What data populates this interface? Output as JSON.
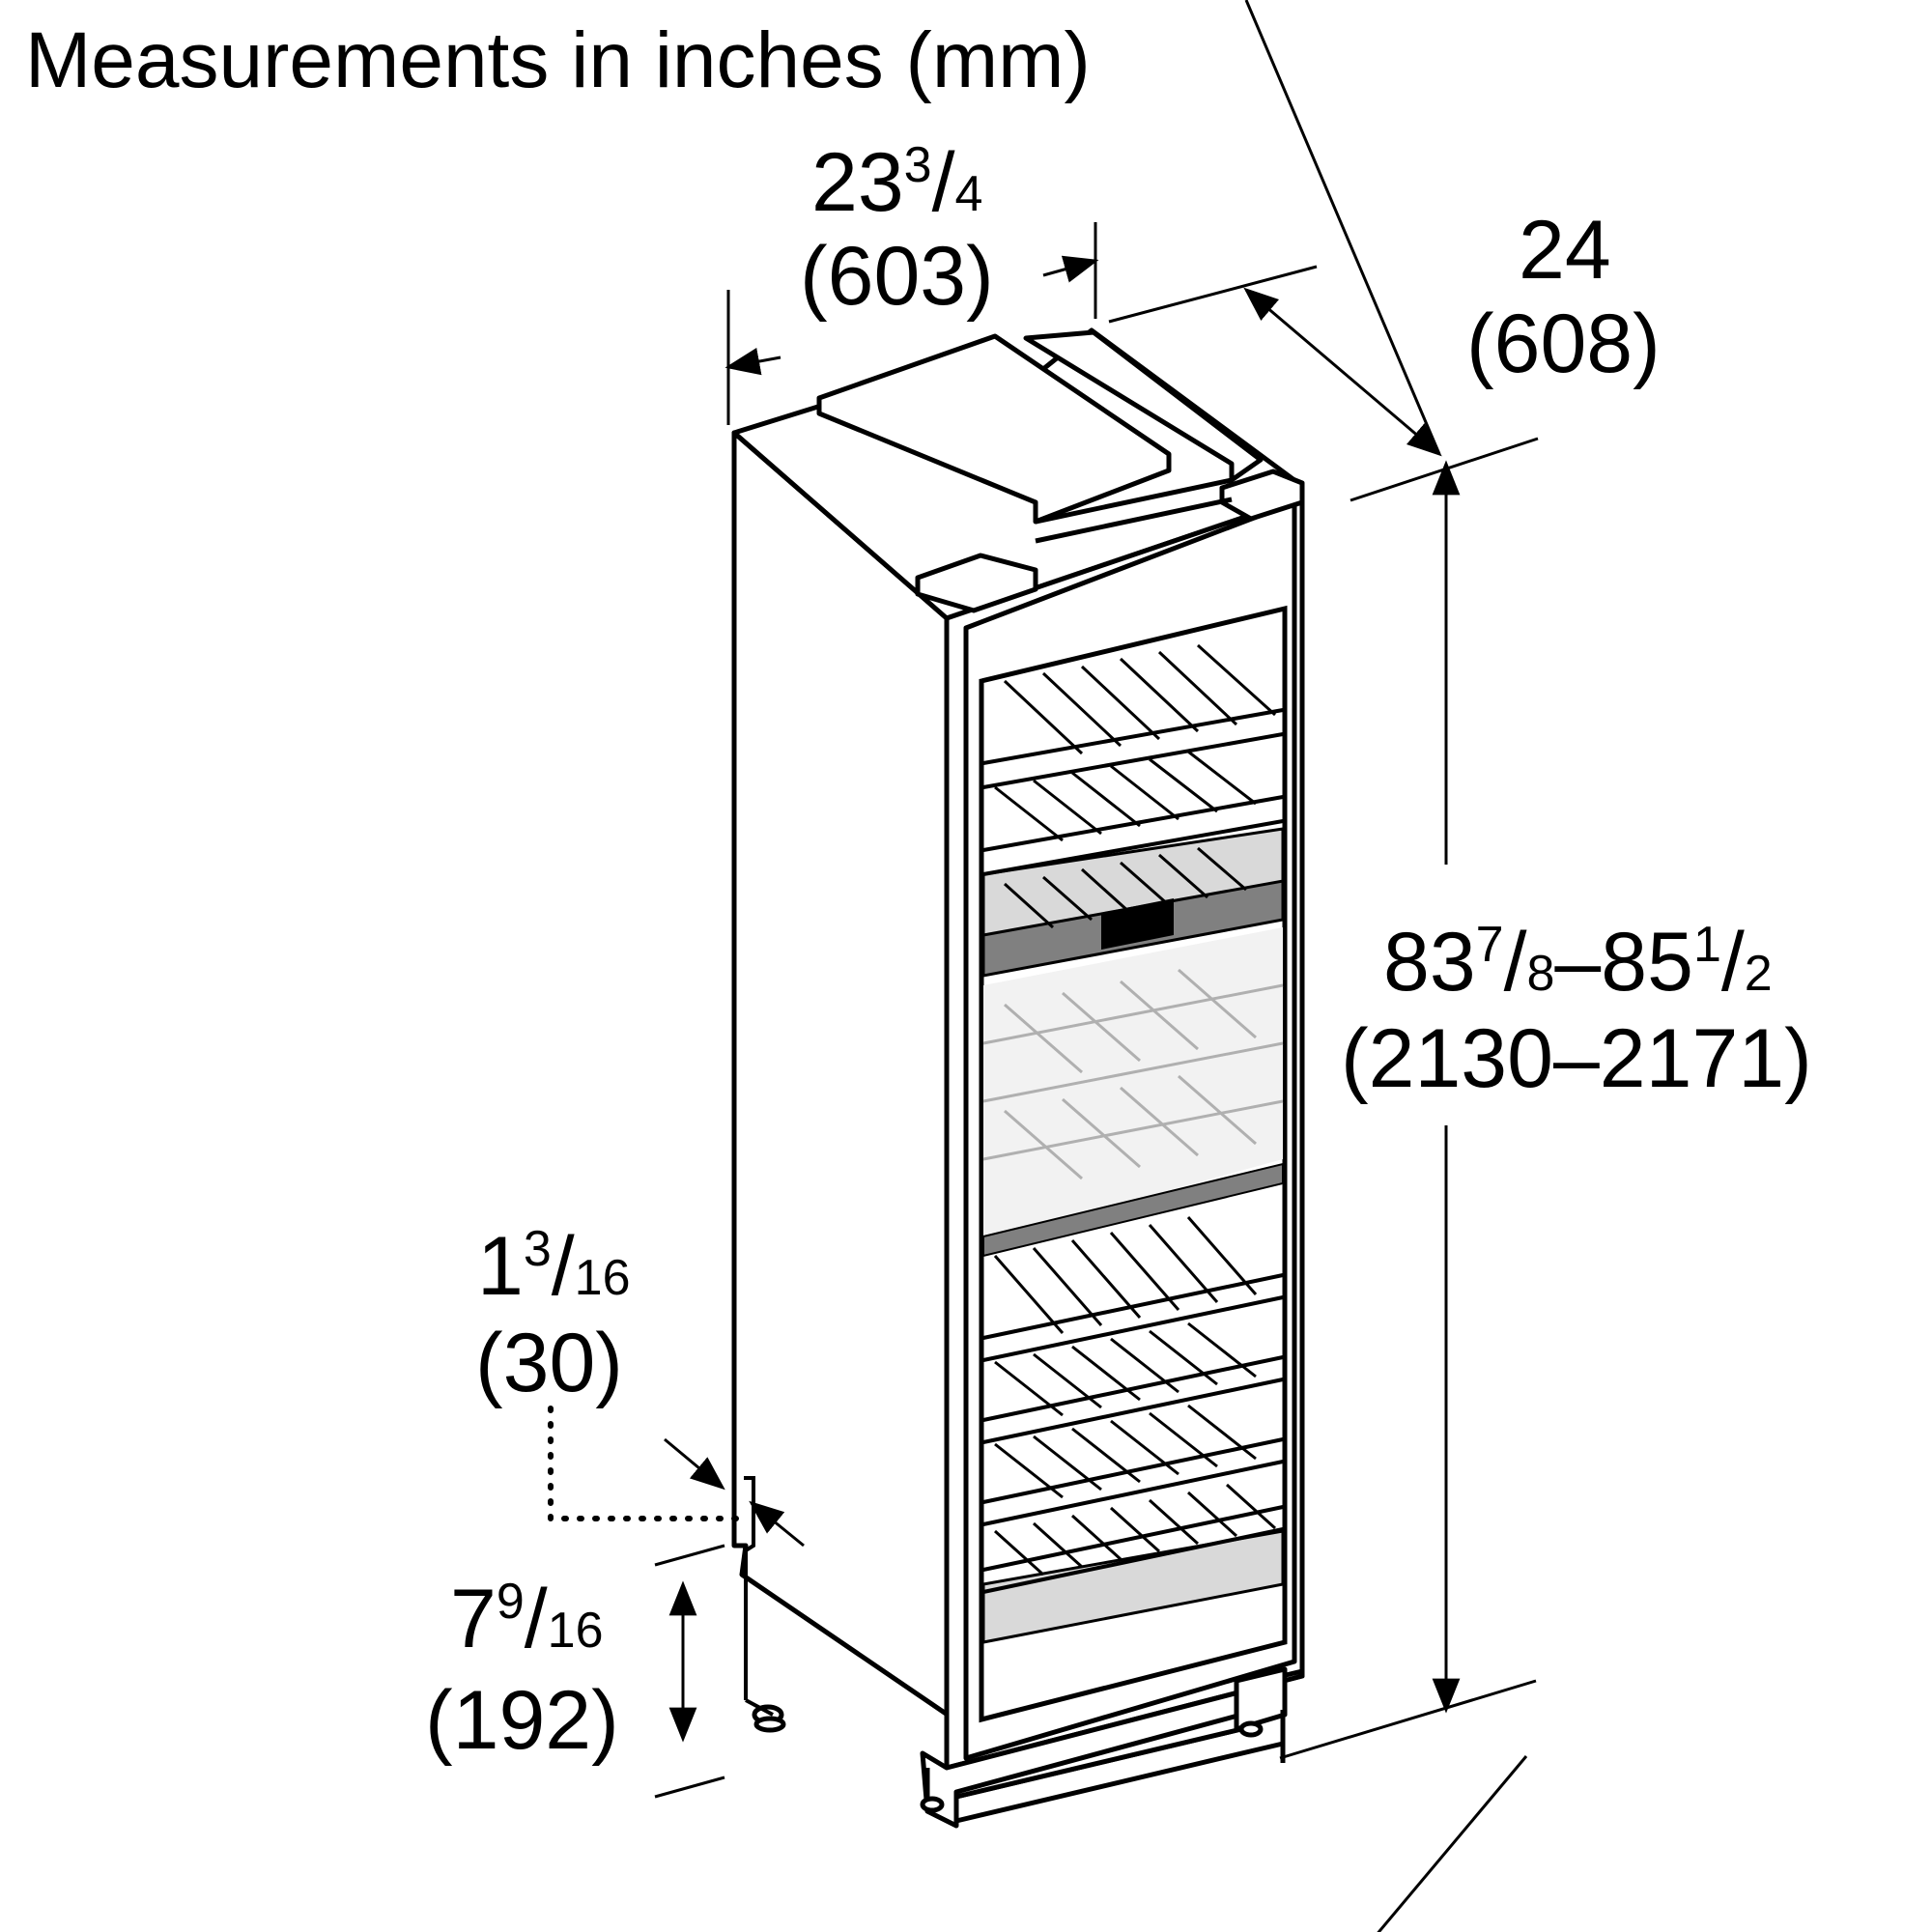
{
  "title": "Measurements in inches (mm)",
  "dimensions": {
    "width": {
      "inches_whole": "23",
      "inches_num": "3",
      "inches_den": "4",
      "mm": "(603)"
    },
    "depth": {
      "inches": "24",
      "mm": "(608)"
    },
    "height": {
      "inches_a_whole": "83",
      "inches_a_num": "7",
      "inches_a_den": "8",
      "dash": "–",
      "inches_b_whole": "85",
      "inches_b_num": "1",
      "inches_b_den": "2",
      "mm": "(2130–2171)"
    },
    "door_offset": {
      "inches_whole": "1",
      "inches_num": "3",
      "inches_den": "16",
      "mm": "(30)"
    },
    "toe_kick": {
      "inches_whole": "7",
      "inches_num": "9",
      "inches_den": "16",
      "mm": "(192)"
    }
  },
  "colors": {
    "line": "#000000",
    "glass_tint": "#d9d9d9",
    "band": "#808080",
    "light_zone": "#f2f2f2"
  }
}
